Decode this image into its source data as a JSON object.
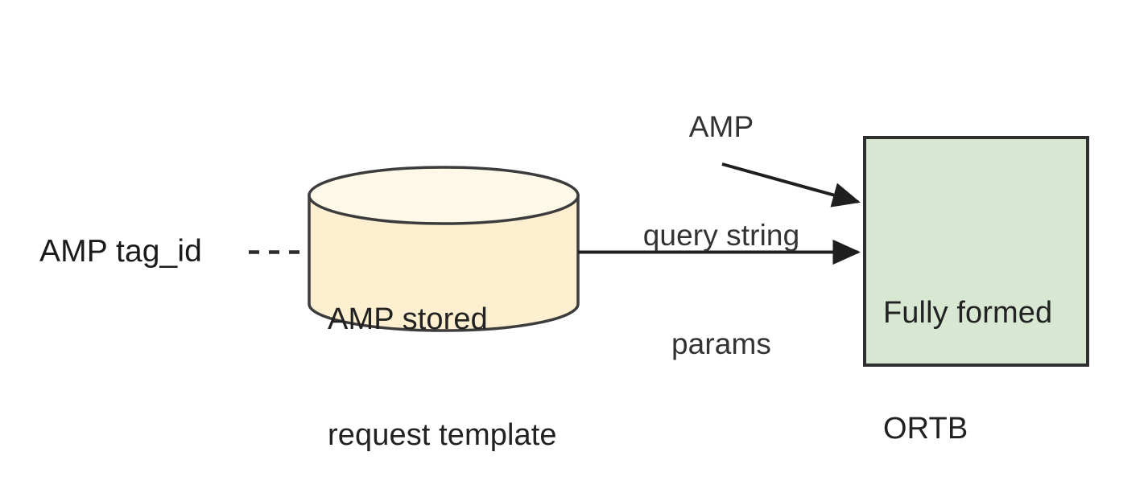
{
  "diagram": {
    "type": "flow-diagram",
    "background_color": "#ffffff",
    "nodes": [
      {
        "id": "amp-tag-id",
        "shape": "text",
        "label": "AMP tag_id",
        "text_color": "#1a1a1a"
      },
      {
        "id": "amp-stored-request-template",
        "shape": "cylinder",
        "label_lines": [
          "AMP stored",
          "request template"
        ],
        "fill_color": "#fdefd0",
        "top_fill_color": "#fdf8e8",
        "stroke_color": "#3c3c3c",
        "text_color": "#222222"
      },
      {
        "id": "fully-formed-ortb",
        "shape": "rectangle",
        "label_lines": [
          "Fully formed",
          "ORTB"
        ],
        "fill_color": "#d8e7d2",
        "stroke_color": "#2f2f2f",
        "text_color": "#222222"
      }
    ],
    "edges": [
      {
        "id": "tag-id-to-template",
        "from": "amp-tag-id",
        "to": "amp-stored-request-template",
        "style": "dashed",
        "arrowhead": "none",
        "color": "#2b2b2b"
      },
      {
        "id": "template-to-ortb",
        "from": "amp-stored-request-template",
        "to": "fully-formed-ortb",
        "style": "solid",
        "arrowhead": "filled-triangle",
        "color": "#1f1f1f"
      },
      {
        "id": "query-params-to-ortb",
        "from": "amp-query-string-params",
        "to": "fully-formed-ortb",
        "style": "solid",
        "arrowhead": "filled-triangle",
        "color": "#1f1f1f"
      }
    ],
    "annotations": [
      {
        "id": "amp-query-string-params",
        "label_lines": [
          "AMP",
          "query string",
          "params"
        ],
        "text_color": "#333333",
        "align": "center"
      }
    ]
  }
}
